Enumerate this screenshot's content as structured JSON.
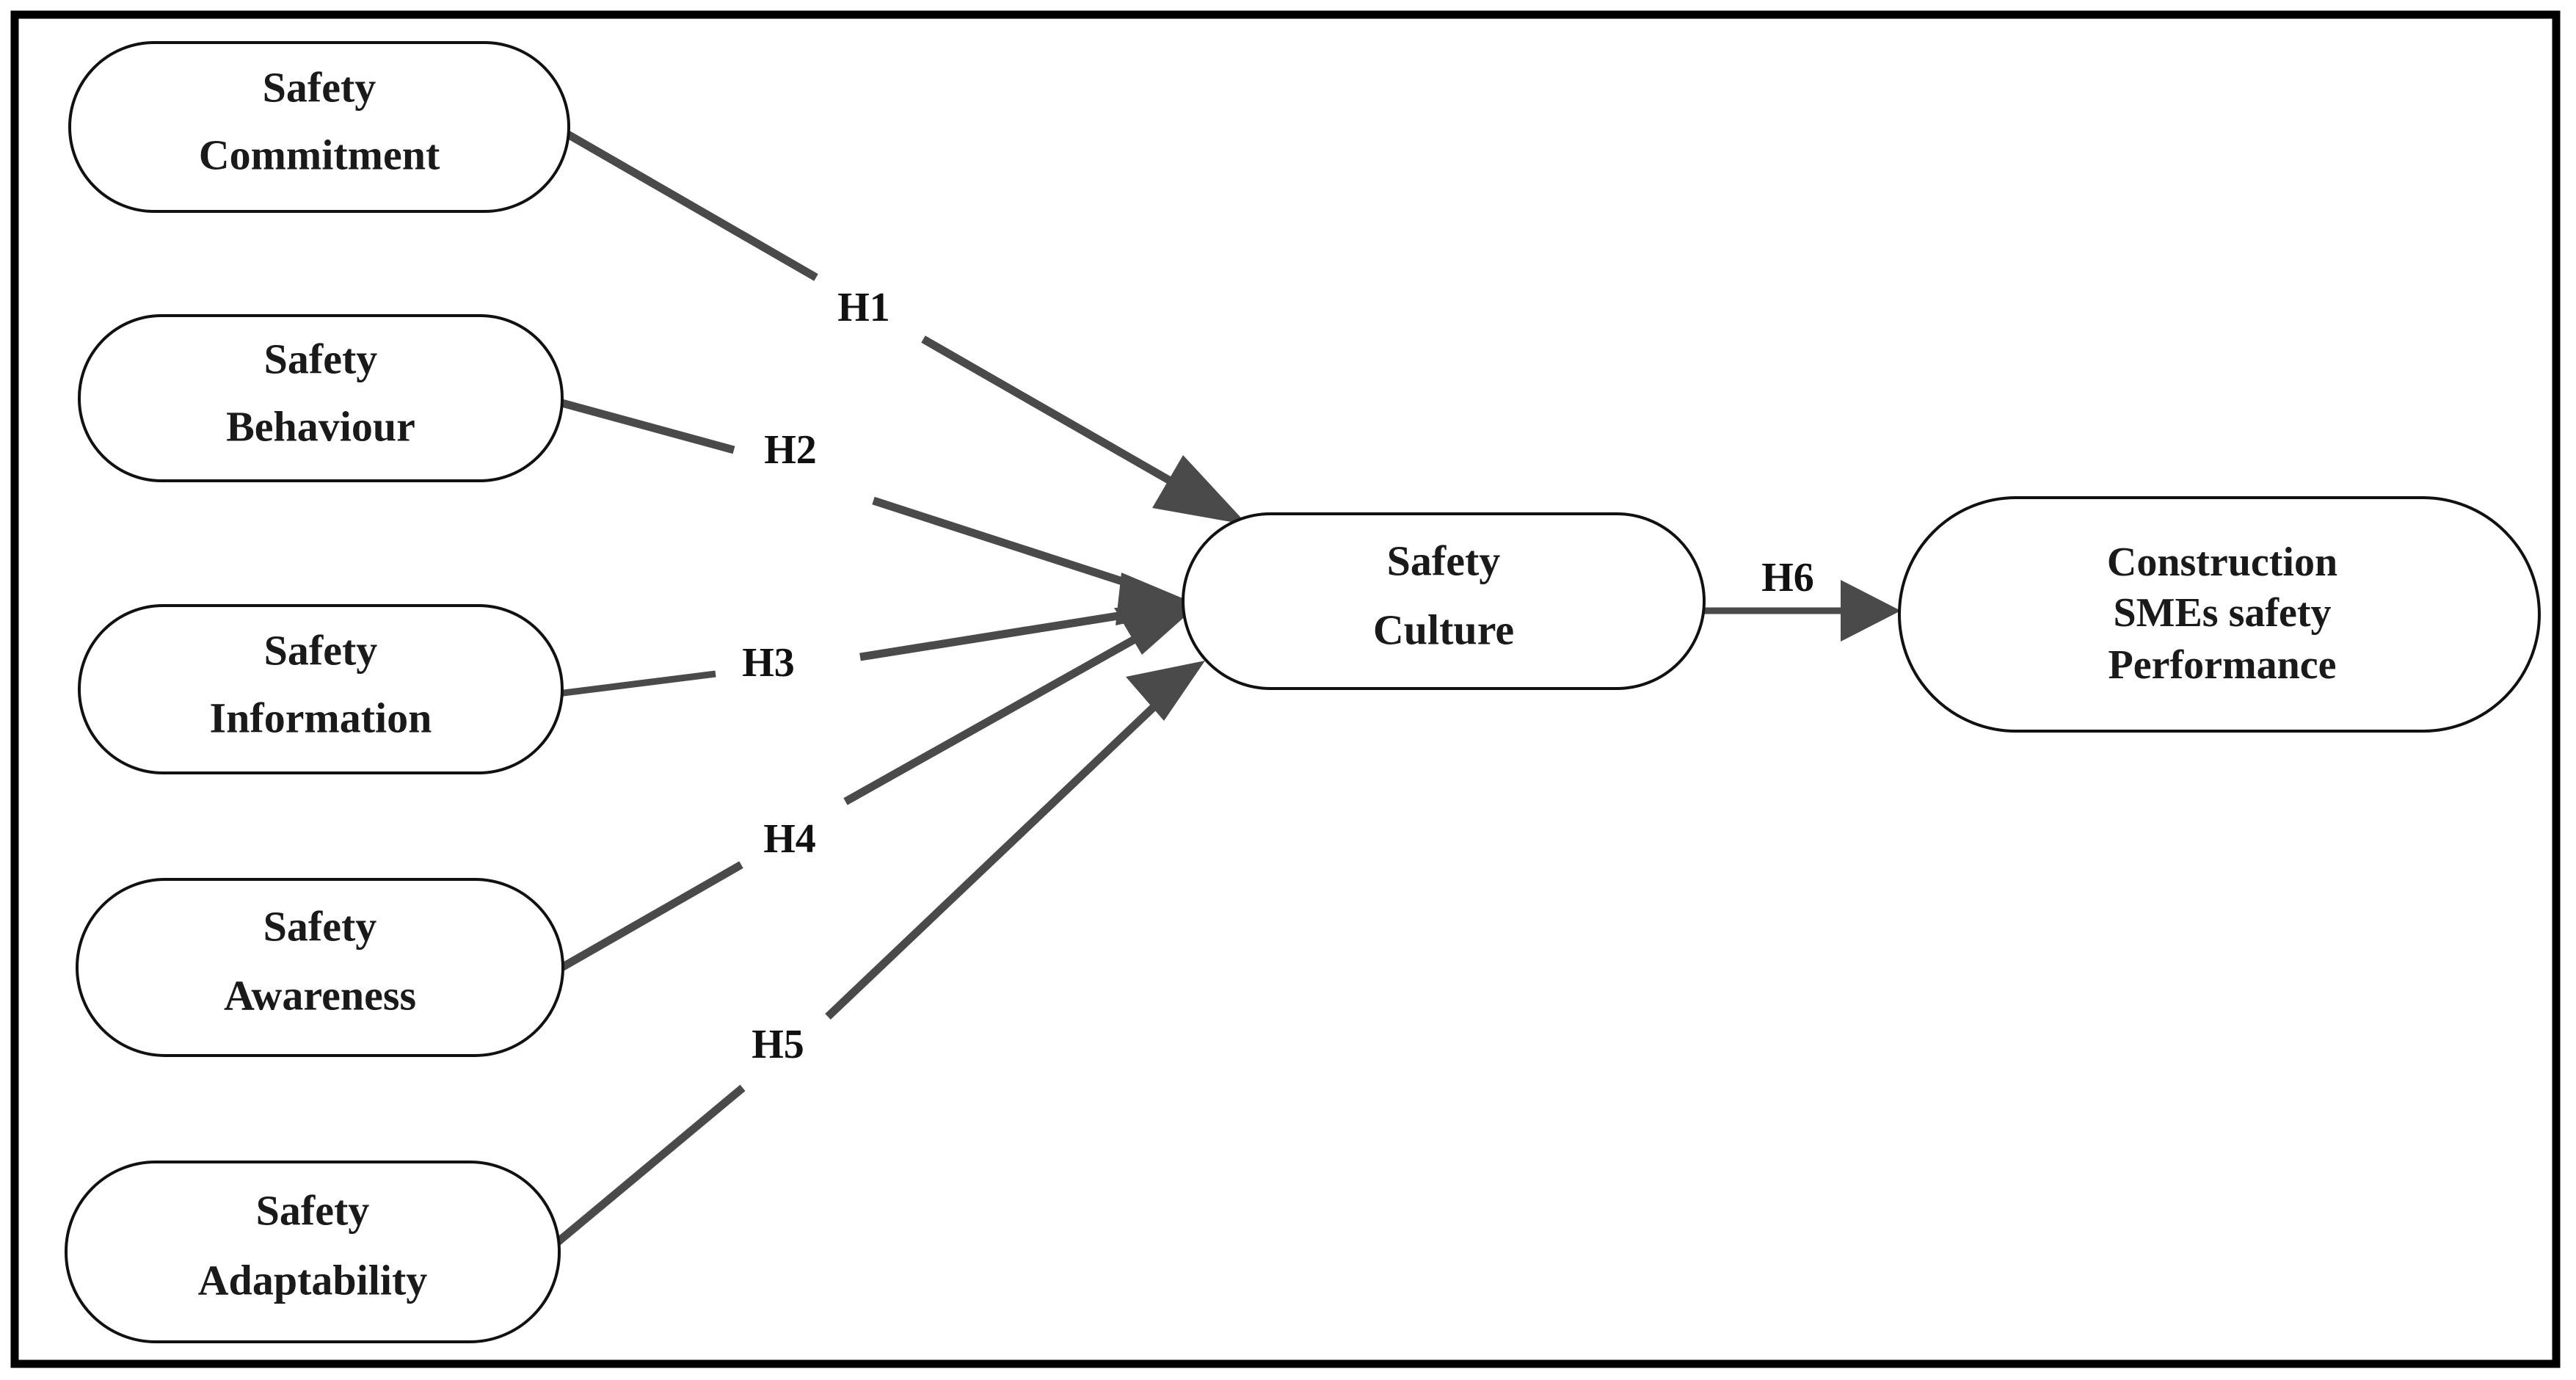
{
  "figure": {
    "type": "conceptual-research-model-diagram",
    "title": "",
    "frame_color": "#000000",
    "node_fill": "#ffffff",
    "node_border_color": "#111111",
    "connector_color": "#4a4a4a",
    "text_color": "#1a1a1a"
  },
  "nodes": {
    "antecedents": [
      {
        "id": "safety-commitment",
        "lines": [
          "Safety",
          "Commitment"
        ]
      },
      {
        "id": "safety-behaviour",
        "lines": [
          "Safety",
          "Behaviour"
        ]
      },
      {
        "id": "safety-information",
        "lines": [
          "Safety",
          "Information"
        ]
      },
      {
        "id": "safety-awareness",
        "lines": [
          "Safety",
          "Awareness"
        ]
      },
      {
        "id": "safety-adaptability",
        "lines": [
          "Safety",
          "Adaptability"
        ]
      }
    ],
    "mediator": {
      "id": "safety-culture",
      "lines": [
        "Safety",
        "Culture"
      ]
    },
    "outcome": {
      "id": "construction-smes-safety-performance",
      "lines": [
        "Construction",
        "SMEs safety",
        "Performance"
      ]
    }
  },
  "hypotheses": [
    {
      "id": "h1",
      "label": "H1",
      "from": "safety-commitment",
      "to": "safety-culture"
    },
    {
      "id": "h2",
      "label": "H2",
      "from": "safety-behaviour",
      "to": "safety-culture"
    },
    {
      "id": "h3",
      "label": "H3",
      "from": "safety-information",
      "to": "safety-culture"
    },
    {
      "id": "h4",
      "label": "H4",
      "from": "safety-awareness",
      "to": "safety-culture"
    },
    {
      "id": "h5",
      "label": "H5",
      "from": "safety-adaptability",
      "to": "safety-culture"
    },
    {
      "id": "h6",
      "label": "H6",
      "from": "safety-culture",
      "to": "construction-smes-safety-performance"
    }
  ]
}
